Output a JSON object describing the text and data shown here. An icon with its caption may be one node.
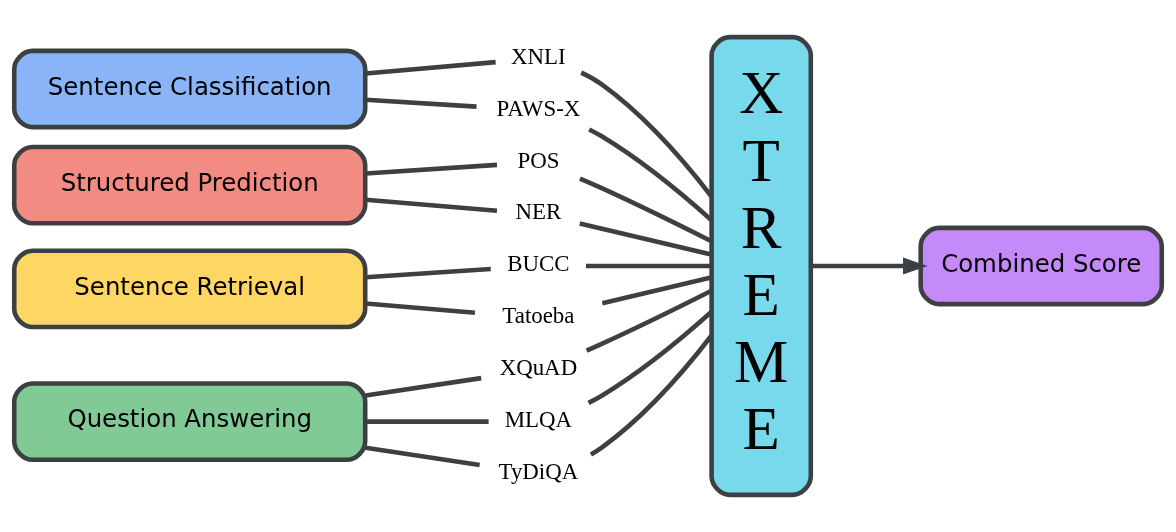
{
  "diagram": {
    "nodes": [
      {
        "text": [
          "Sentence Classification"
        ]
      },
      {
        "text": [
          "XNLI"
        ]
      },
      {
        "text": [
          "PAWS-X"
        ]
      },
      {
        "text": [
          "Structured Prediction"
        ]
      },
      {
        "text": [
          "POS"
        ]
      },
      {
        "text": [
          "NER"
        ]
      },
      {
        "text": [
          "Sentence Retrieval"
        ]
      },
      {
        "text": [
          "BUCC"
        ]
      },
      {
        "text": [
          "Tatoeba"
        ]
      },
      {
        "text": [
          "Question Answering"
        ]
      },
      {
        "text": [
          "XQuAD"
        ]
      },
      {
        "text": [
          "MLQA"
        ]
      },
      {
        "text": [
          "TyDiQA"
        ]
      },
      {
        "text": [
          "XTREME"
        ]
      },
      {
        "text": [
          "Combined Score"
        ]
      }
    ],
    "edges": [
      {
        "from": 0,
        "to": 1,
        "arrow": "none"
      },
      {
        "from": 0,
        "to": 2,
        "arrow": "none"
      },
      {
        "from": 3,
        "to": 4,
        "arrow": "none"
      },
      {
        "from": 3,
        "to": 5,
        "arrow": "none"
      },
      {
        "from": 6,
        "to": 7,
        "arrow": "none"
      },
      {
        "from": 6,
        "to": 8,
        "arrow": "none"
      },
      {
        "from": 9,
        "to": 10,
        "arrow": "none"
      },
      {
        "from": 9,
        "to": 11,
        "arrow": "none"
      },
      {
        "from": 9,
        "to": 12,
        "arrow": "none"
      },
      {
        "from": 1,
        "to": 13,
        "arrow": "none"
      },
      {
        "from": 2,
        "to": 13,
        "arrow": "none"
      },
      {
        "from": 4,
        "to": 13,
        "arrow": "none"
      },
      {
        "from": 5,
        "to": 13,
        "arrow": "none"
      },
      {
        "from": 7,
        "to": 13,
        "arrow": "none"
      },
      {
        "from": 8,
        "to": 13,
        "arrow": "none"
      },
      {
        "from": 10,
        "to": 13,
        "arrow": "none"
      },
      {
        "from": 11,
        "to": 13,
        "arrow": "none"
      },
      {
        "from": 12,
        "to": 13,
        "arrow": "none"
      },
      {
        "from": 13,
        "to": 14,
        "arrow": "to"
      }
    ]
  }
}
